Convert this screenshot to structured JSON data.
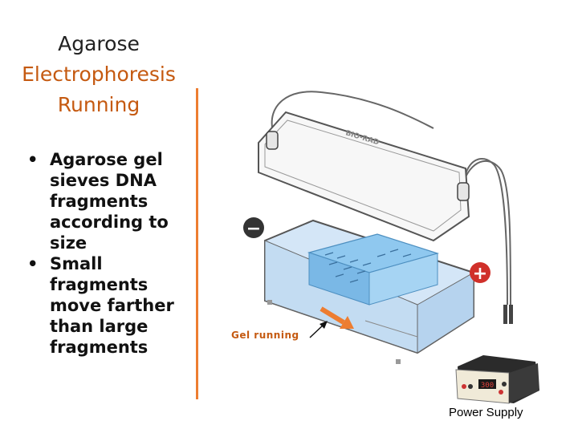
{
  "title": {
    "line1": "Agarose",
    "line2": "Electrophoresis",
    "line3": "Running"
  },
  "bullets": [
    {
      "marker": "•",
      "text": "Agarose gel sieves DNA fragments according to size"
    },
    {
      "marker": "•",
      "text": "Small fragments move farther than large fragments"
    }
  ],
  "diagram": {
    "negative_symbol": "−",
    "positive_symbol": "+",
    "lid_label": "BIO-RAD",
    "gel_label": "Gel running",
    "power_supply_label": "Power Supply",
    "power_supply_display": "300"
  },
  "colors": {
    "accent_orange": "#ed7d31",
    "title_orange": "#c55a11",
    "gel_blue": "#8fc8ef",
    "negative_electrode": "#333333",
    "positive_electrode": "#d0302a"
  }
}
